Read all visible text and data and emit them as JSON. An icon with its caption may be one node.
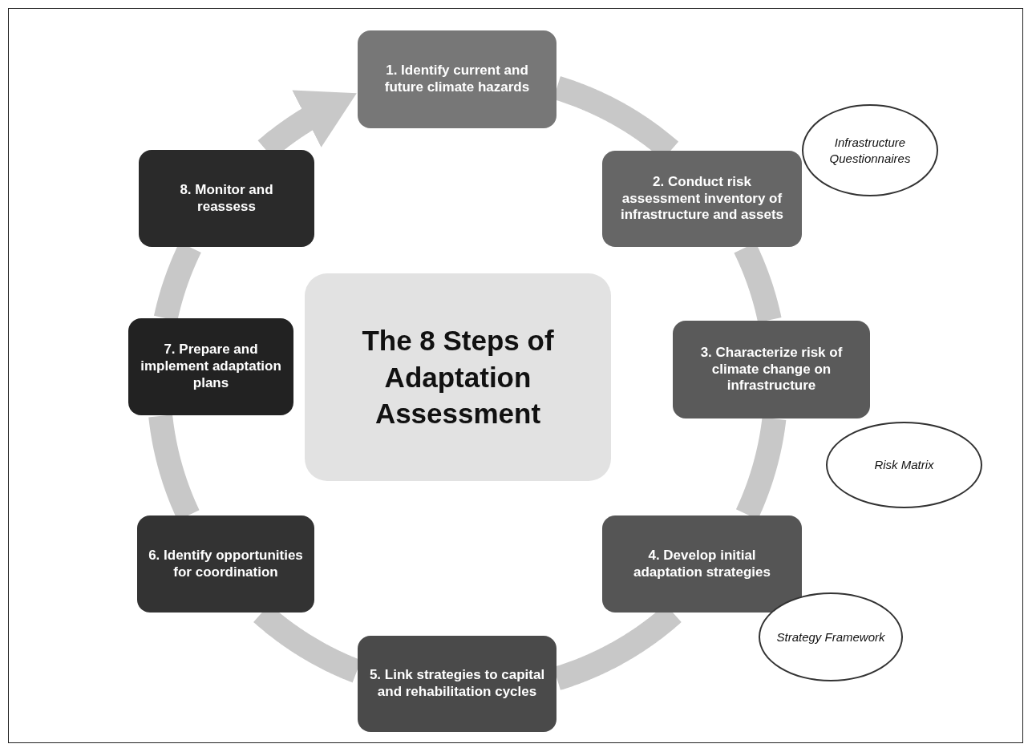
{
  "diagram": {
    "nodes": [
      {
        "text": [
          "1. Identify current and future climate hazards"
        ]
      },
      {
        "text": [
          "2. Conduct risk assessment inventory of infrastructure and assets"
        ]
      },
      {
        "text": [
          "3. Characterize risk of climate change on infrastructure"
        ]
      },
      {
        "text": [
          "4. Develop initial adaptation strategies"
        ]
      },
      {
        "text": [
          "5. Link strategies to capital and rehabilitation cycles"
        ]
      },
      {
        "text": [
          "6. Identify opportunities for coordination"
        ]
      },
      {
        "text": [
          "7. Prepare and implement adaptation plans"
        ]
      },
      {
        "text": [
          "8. Monitor and reassess"
        ]
      },
      {
        "text": [
          "The 8 Steps of Adaptation Assessment"
        ]
      },
      {
        "text": [
          "Infrastructure Questionnaires"
        ]
      },
      {
        "text": [
          "Risk Matrix"
        ]
      },
      {
        "text": [
          "Strategy Framework"
        ]
      }
    ],
    "edges": [
      {
        "from": 0,
        "to": 1,
        "arrow": "none"
      },
      {
        "from": 1,
        "to": 2,
        "arrow": "none"
      },
      {
        "from": 2,
        "to": 3,
        "arrow": "none"
      },
      {
        "from": 3,
        "to": 4,
        "arrow": "none"
      },
      {
        "from": 4,
        "to": 5,
        "arrow": "none"
      },
      {
        "from": 5,
        "to": 6,
        "arrow": "none"
      },
      {
        "from": 6,
        "to": 7,
        "arrow": "none"
      },
      {
        "from": 7,
        "to": 0,
        "arrow": "to"
      }
    ]
  }
}
